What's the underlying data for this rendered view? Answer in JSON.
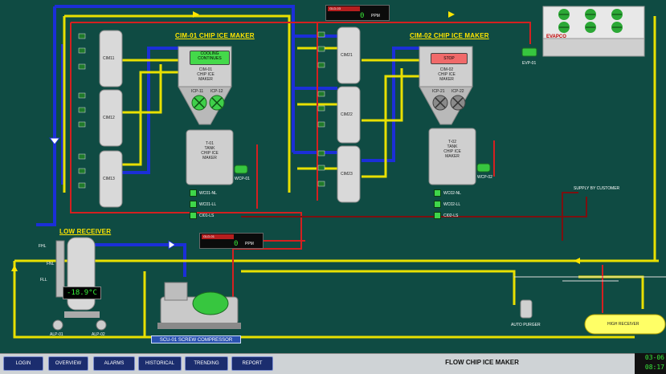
{
  "page_title": "FLOW CHIP ICE MAKER",
  "nav": [
    "LOGIN",
    "OVERVIEW",
    "ALARMS",
    "HISTORICAL",
    "TRENDING",
    "REPORT"
  ],
  "clock": {
    "date": "03-06",
    "time": "08:17"
  },
  "units": {
    "cim01": {
      "title": "CIM-01 CHIP ICE MAKER",
      "status": "COOLING\nCONTINUES",
      "status_color": "#44d94a",
      "body": "CIM-01\nCHIP ICE\nMAKER",
      "pumps": [
        "ICP-11",
        "ICP-12"
      ],
      "coolers": [
        "CIM11",
        "CIM12",
        "CIM13"
      ],
      "tank": "T-01\nTANK\nCHIP ICE\nMAKER",
      "tank_pump": "WCP-01",
      "indicators": [
        "WC01-NL",
        "WC01-LL",
        "CI01-LS"
      ]
    },
    "cim02": {
      "title": "CIM-02 CHIP ICE MAKER",
      "status": "STOP",
      "status_color": "#f06a6a",
      "body": "CIM-02\nCHIP ICE\nMAKER",
      "pumps": [
        "ICP-21",
        "ICP-22"
      ],
      "coolers": [
        "CIM21",
        "CIM22",
        "CIM23"
      ],
      "tank": "T-02\nTANK\nCHIP ICE\nMAKER",
      "tank_pump": "WCP-02",
      "indicators": [
        "WC02-NL",
        "WC02-LL",
        "CI02-LS"
      ]
    }
  },
  "gas_detectors": [
    {
      "tag": "GLD-03",
      "value": "0",
      "unit": "PPM"
    },
    {
      "tag": "GLD-01",
      "value": "0",
      "unit": "PPM"
    }
  ],
  "low_receiver": {
    "title": "LOW RECEIVER",
    "temperature": "-18.9°C",
    "levels": [
      "FHL",
      "FNL",
      "FLL"
    ],
    "pumps": [
      "ALP-01",
      "ALP-02"
    ]
  },
  "condenser": {
    "brand": "EVAPCO",
    "pump": "EVP-01"
  },
  "compressor": {
    "name": "SCU-01 SCREW COMPRESSOR"
  },
  "auto_purger": "AUTO PURGER",
  "high_receiver": "HIGH RECEIVER",
  "supply_label": "SUPPLY BY CUSTOMER"
}
